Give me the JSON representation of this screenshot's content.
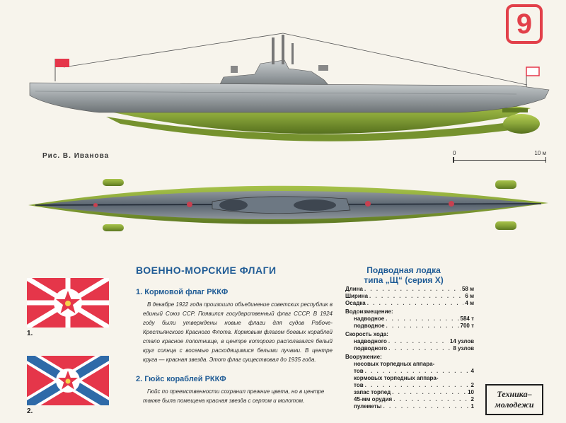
{
  "page_number": "9",
  "artist_credit": "Рис. В. Иванова",
  "scale": {
    "start": "0",
    "end": "10 м"
  },
  "section_title": "ВОЕННО-МОРСКИЕ ФЛАГИ",
  "flag1": {
    "heading": "1. Кормовой флаг РККФ",
    "text": "В декабре 1922 года произошло объединение советских республик в единый Союз ССР. Появился государственный флаг СССР. В 1924 году были утверждены новые флаги для судов Рабоче-Крестьянского Красного Флота. Кормовым флагом боевых кораблей стало красное полотнище, в центре которого располагался белый круг солнца с восемью расходящимися белыми лучами. В центре круга — красная звезда. Этот флаг существовал до 1935 года.",
    "figure_label": "1."
  },
  "flag2": {
    "heading": "2. Гюйс кораблей РККФ",
    "text": "Гюйс по преемственности сохранил прежние цвета, но в центре также была помещена красная звезда с серпом и молотом.",
    "figure_label": "2."
  },
  "specs": {
    "title_line1": "Подводная лодка",
    "title_line2": "типа „Щ“ (серия X)",
    "length": {
      "label": "Длина",
      "value": "58 м"
    },
    "beam": {
      "label": "Ширина",
      "value": "6 м"
    },
    "draft": {
      "label": "Осадка",
      "value": "4 м"
    },
    "displacement_label": "Водоизмещение:",
    "displacement_surface": {
      "label": "надводное",
      "value": "584 т"
    },
    "displacement_submerged": {
      "label": "подводное",
      "value": "700 т"
    },
    "speed_label": "Скорость хода:",
    "speed_surface": {
      "label": "надводного",
      "value": "14 узлов"
    },
    "speed_submerged": {
      "label": "подводного",
      "value": "8 узлов"
    },
    "armament_label": "Вооружение:",
    "bow_torpedo_line1": "носовых торпедных аппара-",
    "bow_torpedo_line2": {
      "label": "тов",
      "value": "4"
    },
    "stern_torpedo_line1": "кормовых торпедных аппара-",
    "stern_torpedo_line2": {
      "label": "тов",
      "value": "2"
    },
    "torpedo_stock": {
      "label": "запас торпед",
      "value": "10"
    },
    "gun": {
      "label": "45-мм орудия",
      "value": "2"
    },
    "machine_guns": {
      "label": "пулеметы",
      "value": "1"
    }
  },
  "logo": {
    "line1": "Техника–",
    "line2": "молодежи"
  },
  "colors": {
    "accent_red": "#e2404a",
    "heading_blue": "#1f5b95",
    "flag_red": "#e5364a",
    "flag_blue": "#2f6aa8",
    "hull_green": "#8aa63a",
    "hull_grey": "#9aa0a3"
  }
}
